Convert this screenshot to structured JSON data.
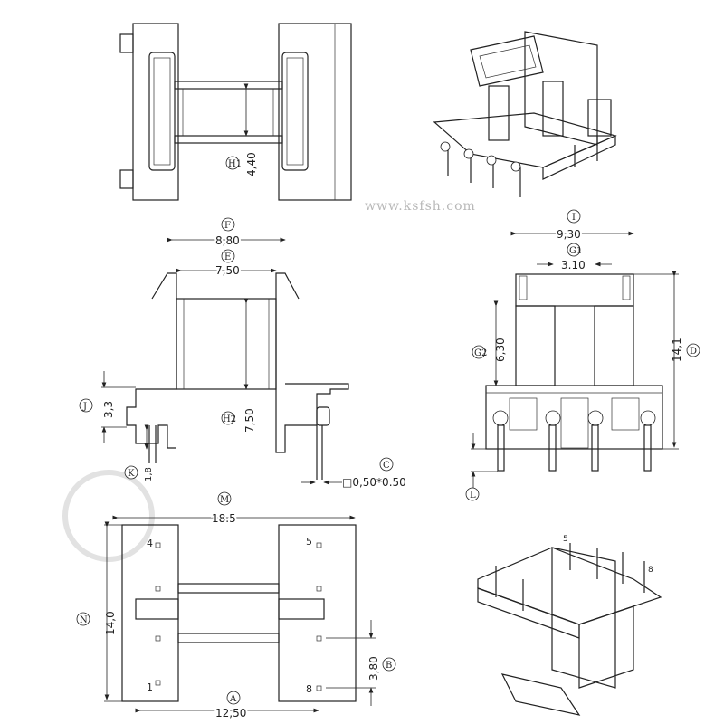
{
  "watermark": "www.ksfsh.com",
  "top_view": {
    "h1": {
      "label": "H1",
      "value": "4,40"
    }
  },
  "front_view": {
    "f": {
      "label": "F",
      "value": "8,80"
    },
    "e": {
      "label": "E",
      "value": "7,50"
    },
    "j": {
      "label": "J",
      "value": "3,3"
    },
    "h2": {
      "label": "H2",
      "value": "7,50"
    },
    "k": {
      "label": "K",
      "value": "1,8"
    },
    "c": {
      "label": "C",
      "value": "□0,50*0.50"
    }
  },
  "side_view": {
    "i": {
      "label": "I",
      "value": "9,30"
    },
    "g1": {
      "label": "G1",
      "value": "3.10"
    },
    "g2": {
      "label": "G2",
      "value": "6,30"
    },
    "d": {
      "label": "D",
      "value": "14,1"
    },
    "l": {
      "label": "L"
    }
  },
  "bottom_view": {
    "m": {
      "label": "M",
      "value": "18.5"
    },
    "n": {
      "label": "N",
      "value": "14,0"
    },
    "a": {
      "label": "A",
      "value": "12,50"
    },
    "b": {
      "label": "B",
      "value": "3,80"
    },
    "pins": [
      "4",
      "1",
      "5",
      "8"
    ]
  },
  "iso_bottom": {
    "pins": [
      "5",
      "8"
    ]
  }
}
